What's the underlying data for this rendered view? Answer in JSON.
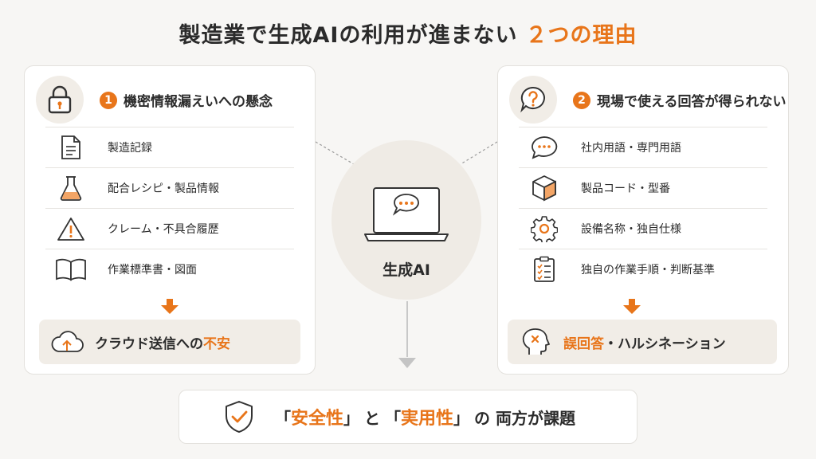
{
  "title": {
    "main": "製造業で生成AIの利用が進まない",
    "accent": "２つの理由"
  },
  "left": {
    "number": "1",
    "heading": "機密情報漏えいへの懸念",
    "items": [
      "製造記録",
      "配合レシピ・製品情報",
      "クレーム・不具合履歴",
      "作業標準書・図面"
    ],
    "result_prefix": "クラウド送信への",
    "result_accent": "不安"
  },
  "right": {
    "number": "2",
    "heading": "現場で使える回答が得られない",
    "items": [
      "社内用語・専門用語",
      "製品コード・型番",
      "設備名称・独自仕様",
      "独自の作業手順・判断基準"
    ],
    "result_accent": "誤回答",
    "result_suffix": "・ハルシネーション"
  },
  "center": {
    "label": "生成AI"
  },
  "bottom": {
    "open1": "「",
    "word1": "安全性",
    "close1": "」",
    "and": "と",
    "open2": "「",
    "word2": "実用性",
    "close2": "」",
    "suffix": "の 両方が課題"
  },
  "colors": {
    "accent": "#e8751a",
    "ink": "#2b2b2b",
    "panel_bg": "#ffffff",
    "page_bg": "#f7f6f4"
  }
}
